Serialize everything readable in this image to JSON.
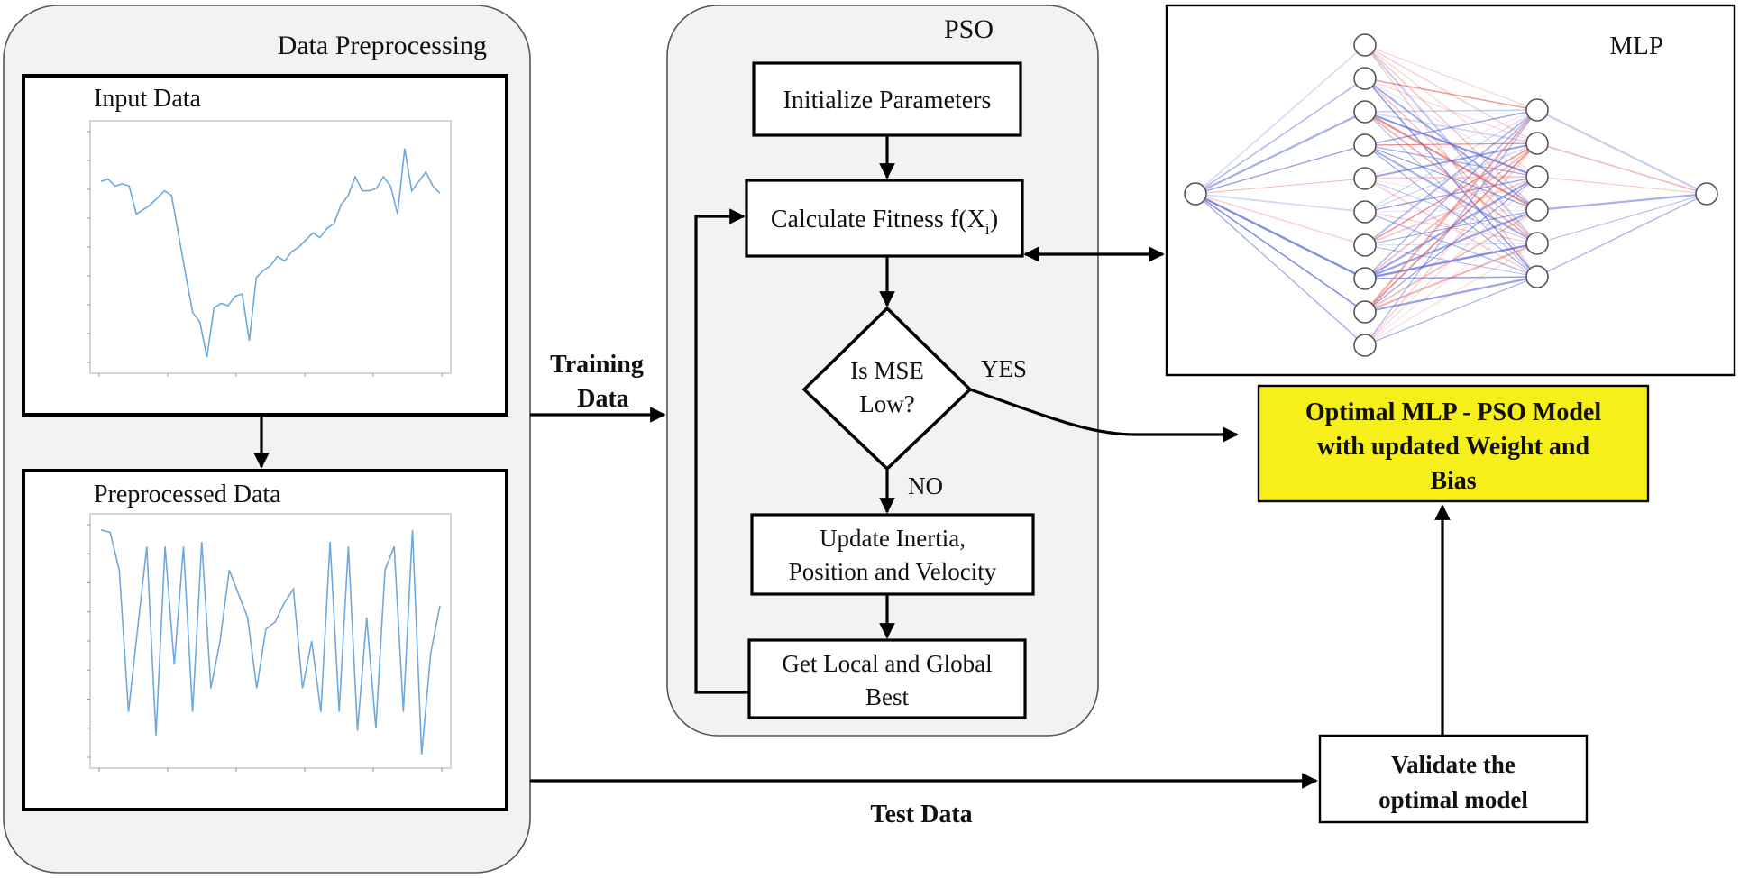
{
  "panels": {
    "preprocessing_title": "Data Preprocessing",
    "pso_title": "PSO",
    "mlp_title": "MLP"
  },
  "preprocessing": {
    "input_title": "Input Data",
    "preprocessed_title": "Preprocessed Data"
  },
  "pso": {
    "init": "Initialize Parameters",
    "fitness": "Calculate Fitness f(X",
    "fitness_sub": "i",
    "fitness_close": ")",
    "decision_line1": "Is MSE",
    "decision_line2": "Low?",
    "update_line1": "Update Inertia,",
    "update_line2": "Position and Velocity",
    "best_line1": "Get Local and Global",
    "best_line2": "Best"
  },
  "labels": {
    "training_line1": "Training",
    "training_line2": "Data",
    "test": "Test Data",
    "yes": "YES",
    "no": "NO"
  },
  "output": {
    "optimal_line1": "Optimal MLP - PSO Model",
    "optimal_line2": "with updated Weight and",
    "optimal_line3": "Bias",
    "validate_line1": "Validate the",
    "validate_line2": "optimal model"
  },
  "colors": {
    "highlight_fill": "#f6ef1a",
    "highlight_text": "#e0301e",
    "series": "#6fa8dc",
    "positive_weight": "#e05a5a",
    "negative_weight": "#4f5fd6"
  }
}
